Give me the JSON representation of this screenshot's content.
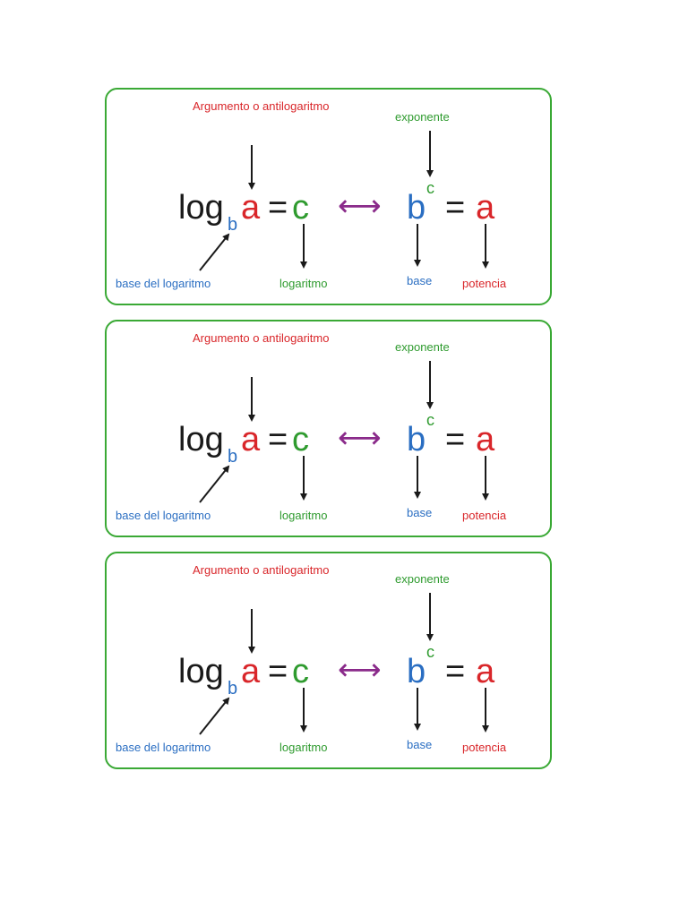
{
  "cards": [
    {
      "argument_label": "Argumento o antilogaritmo",
      "exponent_label": "exponente",
      "log_text": "log",
      "base_symbol": "b",
      "argument_symbol": "a",
      "equals": "=",
      "result_symbol": "c",
      "iff": "⟷",
      "power_base": "b",
      "power_exponent": "c",
      "power_equals": "=",
      "power_result": "a",
      "base_log_label": "base del logaritmo",
      "logarithm_label": "logaritmo",
      "base_label": "base",
      "power_label": "potencia"
    },
    {
      "argument_label": "Argumento o antilogaritmo",
      "exponent_label": "exponente",
      "log_text": "log",
      "base_symbol": "b",
      "argument_symbol": "a",
      "equals": "=",
      "result_symbol": "c",
      "iff": "⟷",
      "power_base": "b",
      "power_exponent": "c",
      "power_equals": "=",
      "power_result": "a",
      "base_log_label": "base del logaritmo",
      "logarithm_label": "logaritmo",
      "base_label": "base",
      "power_label": "potencia"
    },
    {
      "argument_label": "Argumento o antilogaritmo",
      "exponent_label": "exponente",
      "log_text": "log",
      "base_symbol": "b",
      "argument_symbol": "a",
      "equals": "=",
      "result_symbol": "c",
      "iff": "⟷",
      "power_base": "b",
      "power_exponent": "c",
      "power_equals": "=",
      "power_result": "a",
      "base_log_label": "base del logaritmo",
      "logarithm_label": "logaritmo",
      "base_label": "base",
      "power_label": "potencia"
    }
  ],
  "colors": {
    "border": "#3aa935",
    "argument": "#d9262a",
    "result": "#2f9b2f",
    "base": "#2a6ec2",
    "iff": "#8a2a8a"
  }
}
